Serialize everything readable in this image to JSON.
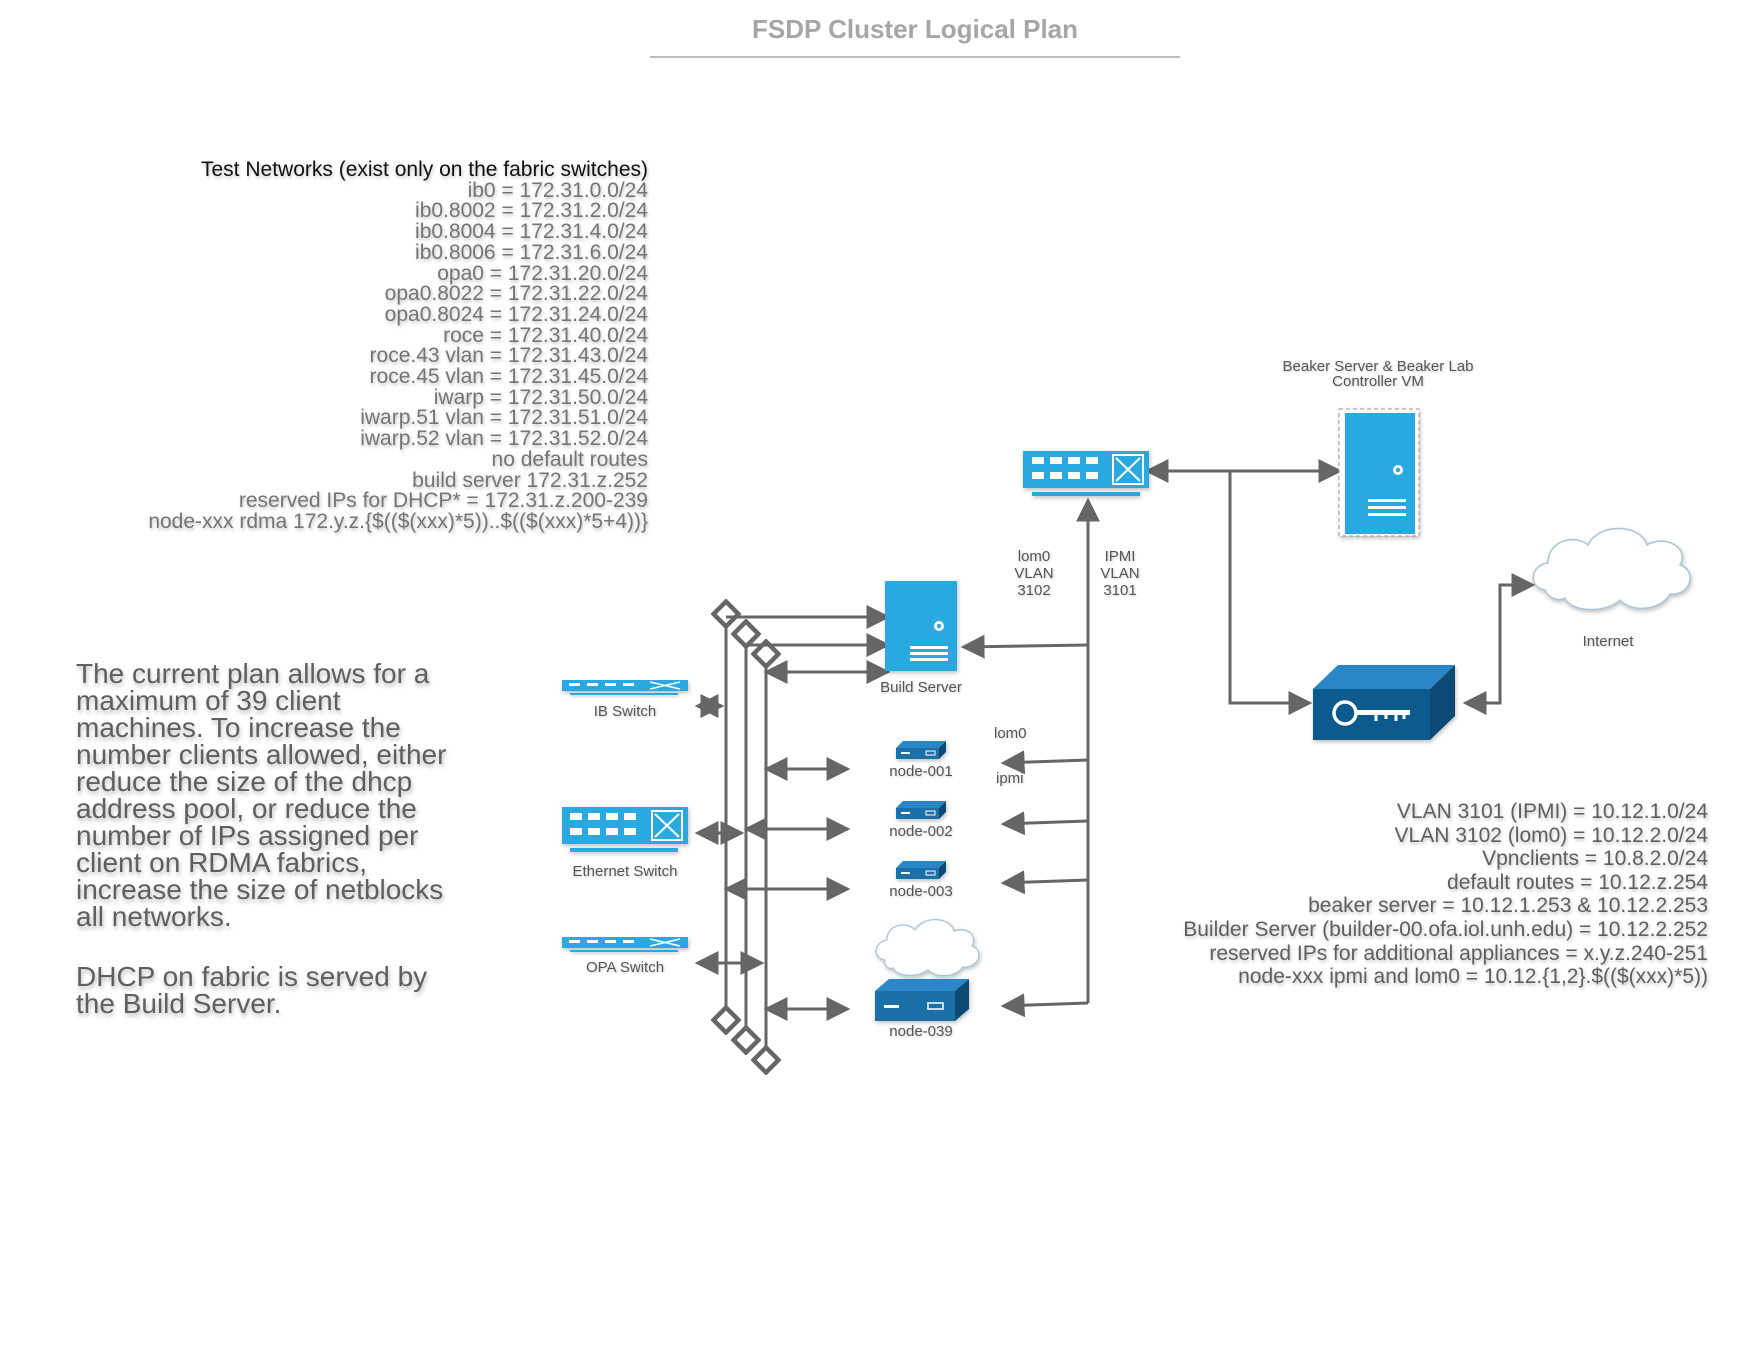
{
  "title": "FSDP Cluster Logical Plan",
  "test_networks": {
    "header": "Test Networks (exist only on the fabric switches)",
    "lines": [
      "ib0 = 172.31.0.0/24",
      "ib0.8002 = 172.31.2.0/24",
      "ib0.8004 = 172.31.4.0/24",
      "ib0.8006 = 172.31.6.0/24",
      "opa0 = 172.31.20.0/24",
      "opa0.8022 = 172.31.22.0/24",
      "opa0.8024 = 172.31.24.0/24",
      "roce = 172.31.40.0/24",
      "roce.43 vlan = 172.31.43.0/24",
      "roce.45 vlan = 172.31.45.0/24",
      "iwarp = 172.31.50.0/24",
      "iwarp.51 vlan = 172.31.51.0/24",
      "iwarp.52 vlan = 172.31.52.0/24",
      "no default routes",
      "build server 172.31.z.252",
      "reserved IPs for DHCP* = 172.31.z.200-239",
      "node-xxx rdma 172.y.z.{$(($(xxx)*5))..$(($(xxx)*5+4))}"
    ]
  },
  "note": {
    "paragraph1": "The current plan allows for a maximum of 39 client machines.  To increase the number clients allowed, either reduce the size of the dhcp address pool, or reduce the number of IPs assigned per client on RDMA fabrics, increase the size of netblocks all networks.",
    "paragraph2": "DHCP on fabric is served by the Build Server."
  },
  "vlans": {
    "lines": [
      "VLAN 3101 (IPMI) = 10.12.1.0/24",
      "VLAN 3102 (lom0) = 10.12.2.0/24",
      "Vpnclients = 10.8.2.0/24",
      "default routes = 10.12.z.254",
      "beaker server = 10.12.1.253 & 10.12.2.253",
      "Builder Server (builder-00.ofa.iol.unh.edu) =  10.12.2.252",
      "reserved IPs for additional appliances = x.y.z.240-251",
      "node-xxx ipmi and lom0 = 10.12.{1,2}.$(($(xxx)*5))"
    ]
  },
  "labels": {
    "beaker": "Beaker Server & Beaker Lab Controller VM",
    "internet": "Internet",
    "build_server": "Build Server",
    "ib_switch": "IB Switch",
    "ethernet_switch": "Ethernet Switch",
    "opa_switch": "OPA Switch",
    "lom0_vlan": [
      "lom0",
      "VLAN",
      "3102"
    ],
    "ipmi_vlan": [
      "IPMI",
      "VLAN",
      "3101"
    ],
    "lom0": "lom0",
    "ipmi": "ipmi",
    "nodes": [
      "node-001",
      "node-002",
      "node-003",
      "node-039"
    ]
  },
  "colors": {
    "device_blue": "#29a8e0",
    "device_dark": "#1a6fa8",
    "firewall_blue": "#0f5a8f",
    "connector": "#666666",
    "title": "#a6a6a6",
    "text": "#5f5f5f"
  }
}
